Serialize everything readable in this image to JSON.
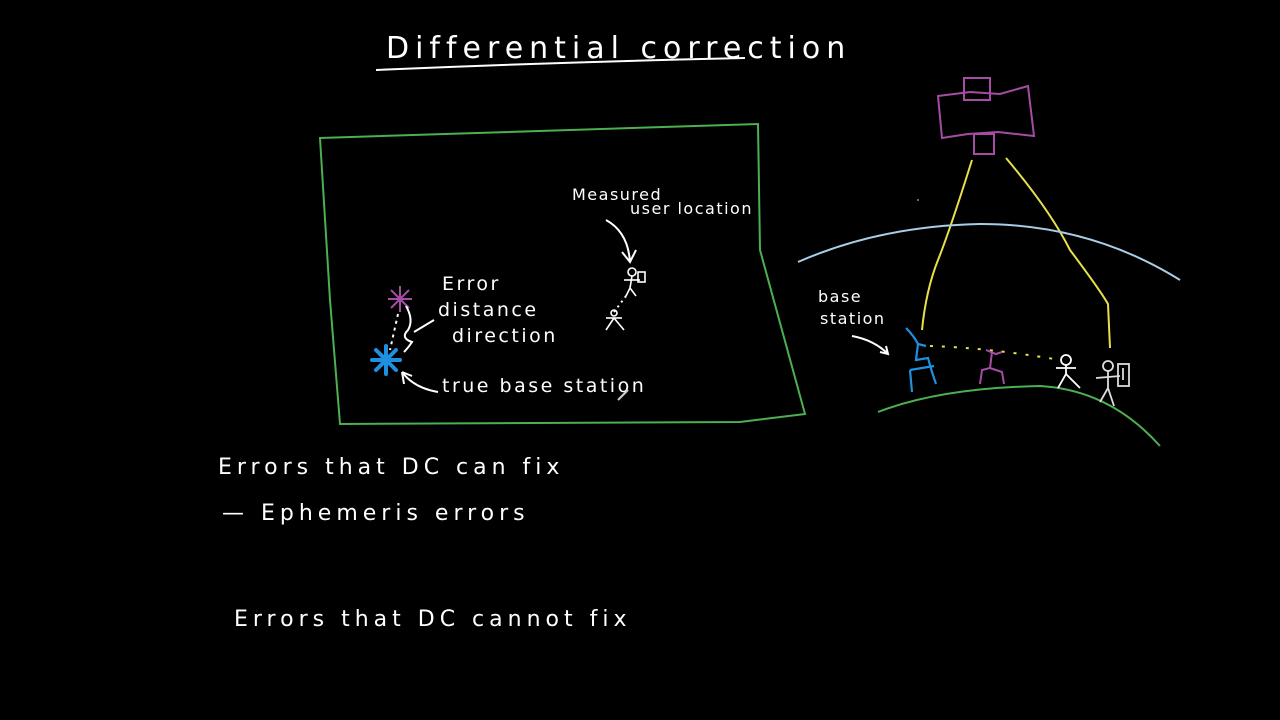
{
  "title": "Differential correction",
  "colors": {
    "background": "#000000",
    "ink": "#ffffff",
    "frame": "#4caf50",
    "error_mark": "#a64ca6",
    "true_station": "#1e90e0",
    "satellite": "#a64ca6",
    "signal": "#e8e04a",
    "sky": "#a8cde6",
    "ground": "#4caf50"
  },
  "box": {
    "measured_label_1": "Measured",
    "measured_label_2": "user location",
    "error_label_1": "Error",
    "error_label_2": "distance",
    "error_label_3": "direction",
    "true_label": "true base station"
  },
  "scene": {
    "base_label_1": "base",
    "base_label_2": "station"
  },
  "notes": {
    "can_fix_heading": "Errors that DC can fix",
    "can_fix_item_1": "— Ephemeris errors",
    "cannot_fix_heading": "Errors that DC cannot fix"
  },
  "icons": [
    "satellite-icon",
    "base-station-icon",
    "surveyor-icon",
    "user-icon",
    "backpack-receiver-icon",
    "true-position-star-icon",
    "error-position-star-icon",
    "measured-user-icon"
  ]
}
